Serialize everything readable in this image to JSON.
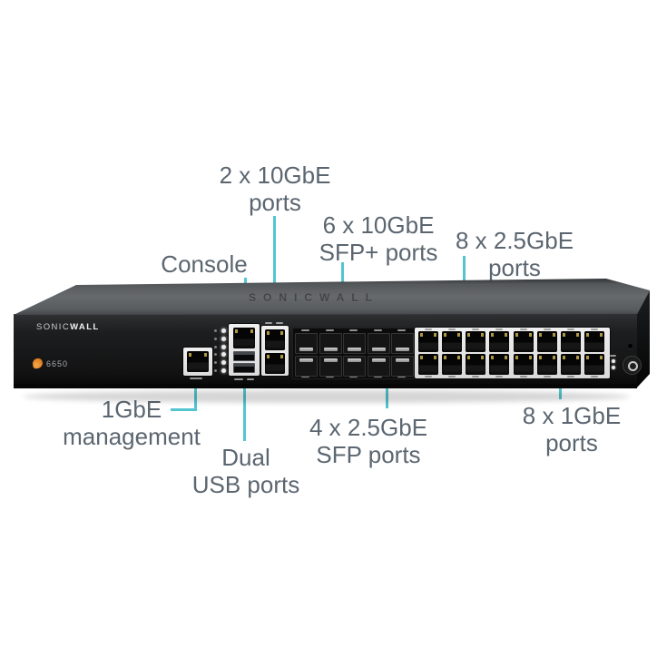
{
  "device": {
    "brand_light": "SONIC",
    "brand_bold": "WALL",
    "embossed_logo": "SONICWALL",
    "model": "6650"
  },
  "callouts": {
    "ten_gbe": {
      "line1": "2 x 10GbE",
      "line2": "ports"
    },
    "console": {
      "line1": "Console"
    },
    "sfp_plus": {
      "line1": "6 x 10GbE",
      "line2": "SFP+ ports"
    },
    "two_half": {
      "line1": "8 x 2.5GbE",
      "line2": "ports"
    },
    "mgmt": {
      "line1": "1GbE",
      "line2": "management"
    },
    "usb": {
      "line1": "Dual",
      "line2": "USB ports"
    },
    "sfp": {
      "line1": "4 x 2.5GbE",
      "line2": "SFP ports"
    },
    "one_gbe": {
      "line1": "8 x 1GbE",
      "line2": "ports"
    }
  },
  "colors": {
    "accent_teal": "#54c5d0",
    "label_text": "#5b6670",
    "pin_yellow": "#cdb44e",
    "logo_orange": "#e07c1d"
  },
  "port_counts": {
    "sfp_columns": 5,
    "sfp_rows": 2,
    "rj45_columns": 8,
    "rj45_rows": 2,
    "usb_ports": 2,
    "led_rows": 6
  }
}
